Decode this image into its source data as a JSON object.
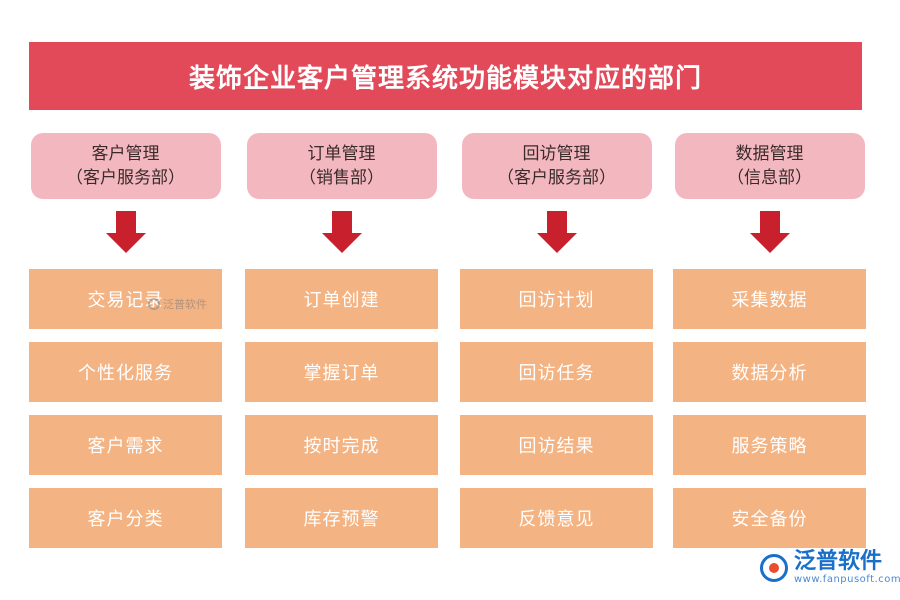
{
  "title": "装饰企业客户管理系统功能模块对应的部门",
  "columns": [
    {
      "module": "客户管理",
      "dept": "（客户服务部）",
      "items": [
        "交易记录",
        "个性化服务",
        "客户需求",
        "客户分类"
      ]
    },
    {
      "module": "订单管理",
      "dept": "（销售部）",
      "items": [
        "订单创建",
        "掌握订单",
        "按时完成",
        "库存预警"
      ]
    },
    {
      "module": "回访管理",
      "dept": "（客户服务部）",
      "items": [
        "回访计划",
        "回访任务",
        "回访结果",
        "反馈意见"
      ]
    },
    {
      "module": "数据管理",
      "dept": "（信息部）",
      "items": [
        "采集数据",
        "数据分析",
        "服务策略",
        "安全备份"
      ]
    }
  ],
  "watermark": "泛普软件",
  "logo": {
    "name": "泛普软件",
    "url": "www.fanpusoft.com"
  },
  "colors": {
    "title_bg": "#e24a5a",
    "header_bg": "#f3b8bf",
    "item_bg": "#f4b383",
    "arrow": "#c8202c",
    "logo": "#1a6fc9"
  }
}
